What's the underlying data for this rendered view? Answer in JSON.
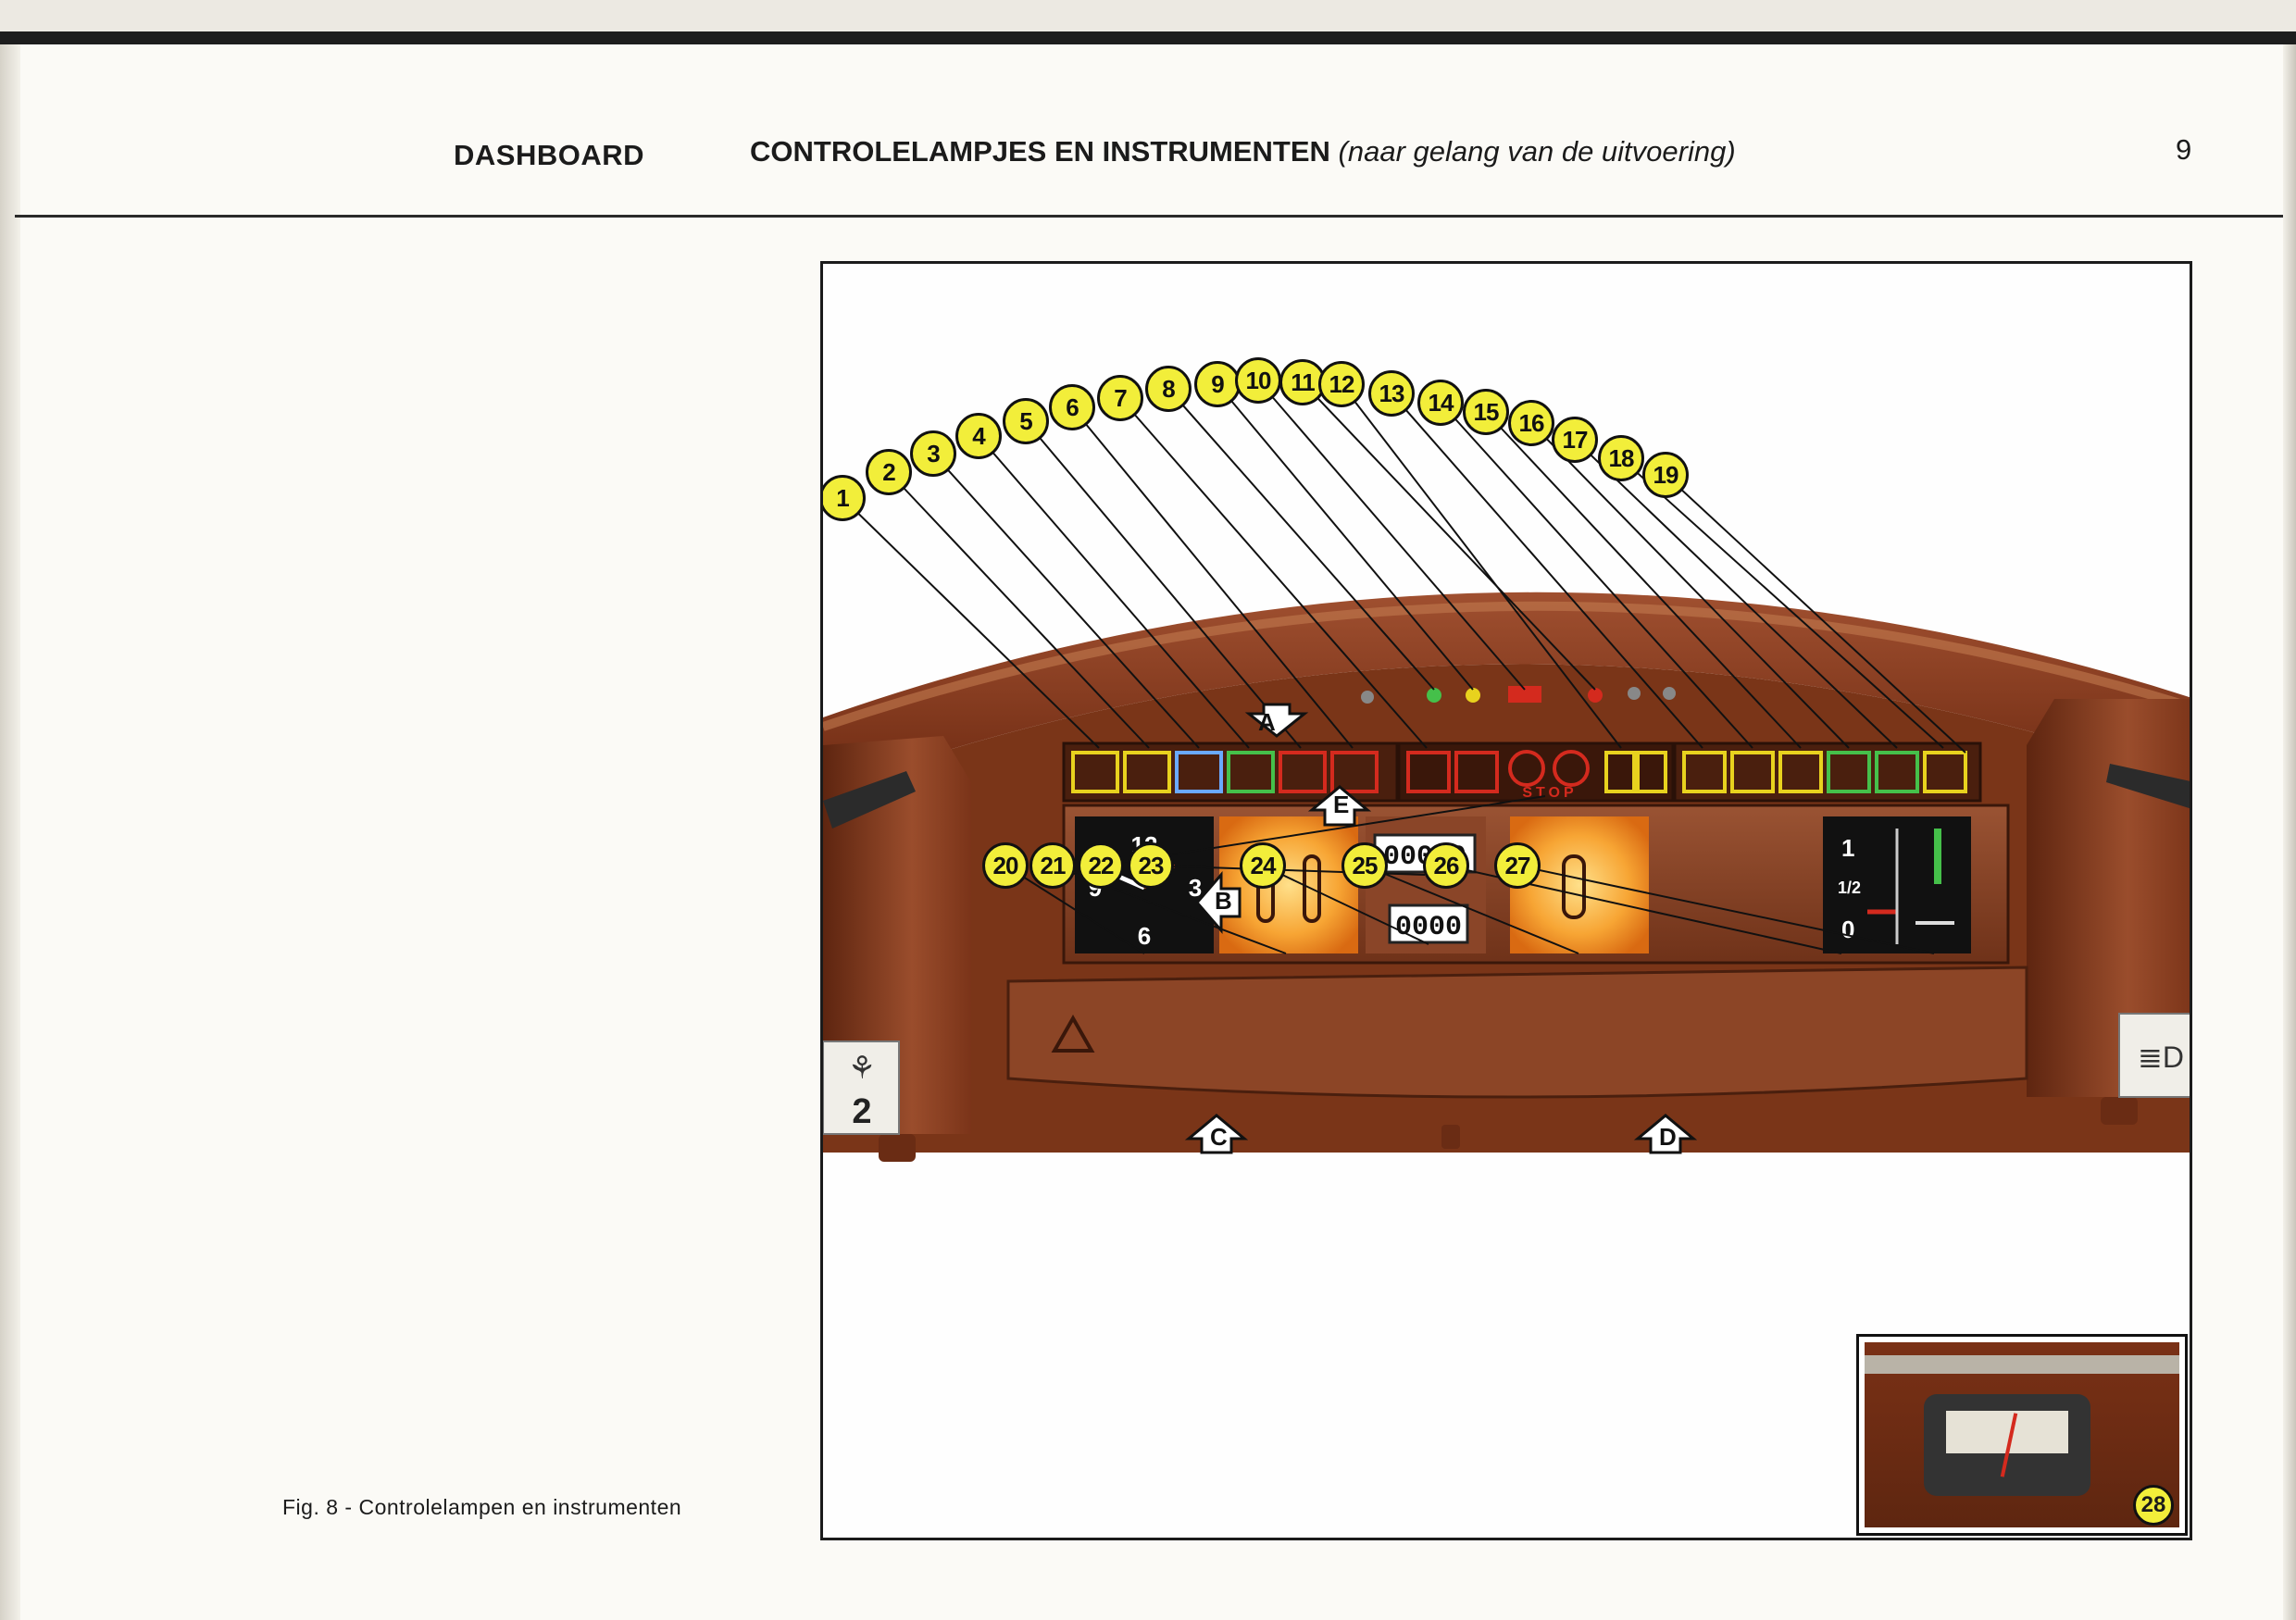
{
  "header": {
    "section": "DASHBOARD",
    "title": "CONTROLELAMPJES EN INSTRUMENTEN",
    "subtitle": "(naar gelang van de uitvoering)",
    "page_number": "9"
  },
  "caption": "Fig. 8 - Controlelampen en instrumenten",
  "callouts": {
    "top": [
      "1",
      "2",
      "3",
      "4",
      "5",
      "6",
      "7",
      "8",
      "9",
      "10",
      "11",
      "12",
      "13",
      "14",
      "15",
      "16",
      "17",
      "18",
      "19"
    ],
    "bottom": [
      "20",
      "21",
      "22",
      "23",
      "24",
      "25",
      "26",
      "27"
    ],
    "inset": "28"
  },
  "arrows": {
    "a": "A",
    "b": "B",
    "c": "C",
    "d": "D",
    "e": "E"
  },
  "gauges": {
    "clock": [
      "12",
      "3",
      "6",
      "9"
    ],
    "odometer_main": "00000",
    "odometer_trip": "0000",
    "level_marks": [
      "1",
      "1/2",
      "0"
    ],
    "stop_label": "STOP",
    "switch_number": "2"
  },
  "colors": {
    "dash_wood": "#7a3116",
    "panel_brown": "#8a4528",
    "callout_fill": "#f2ee3a",
    "warning_yellow": "#e8d21e",
    "warning_green": "#45c04a",
    "warning_red": "#d42a1e",
    "gauge_amber": "#f7a534"
  }
}
